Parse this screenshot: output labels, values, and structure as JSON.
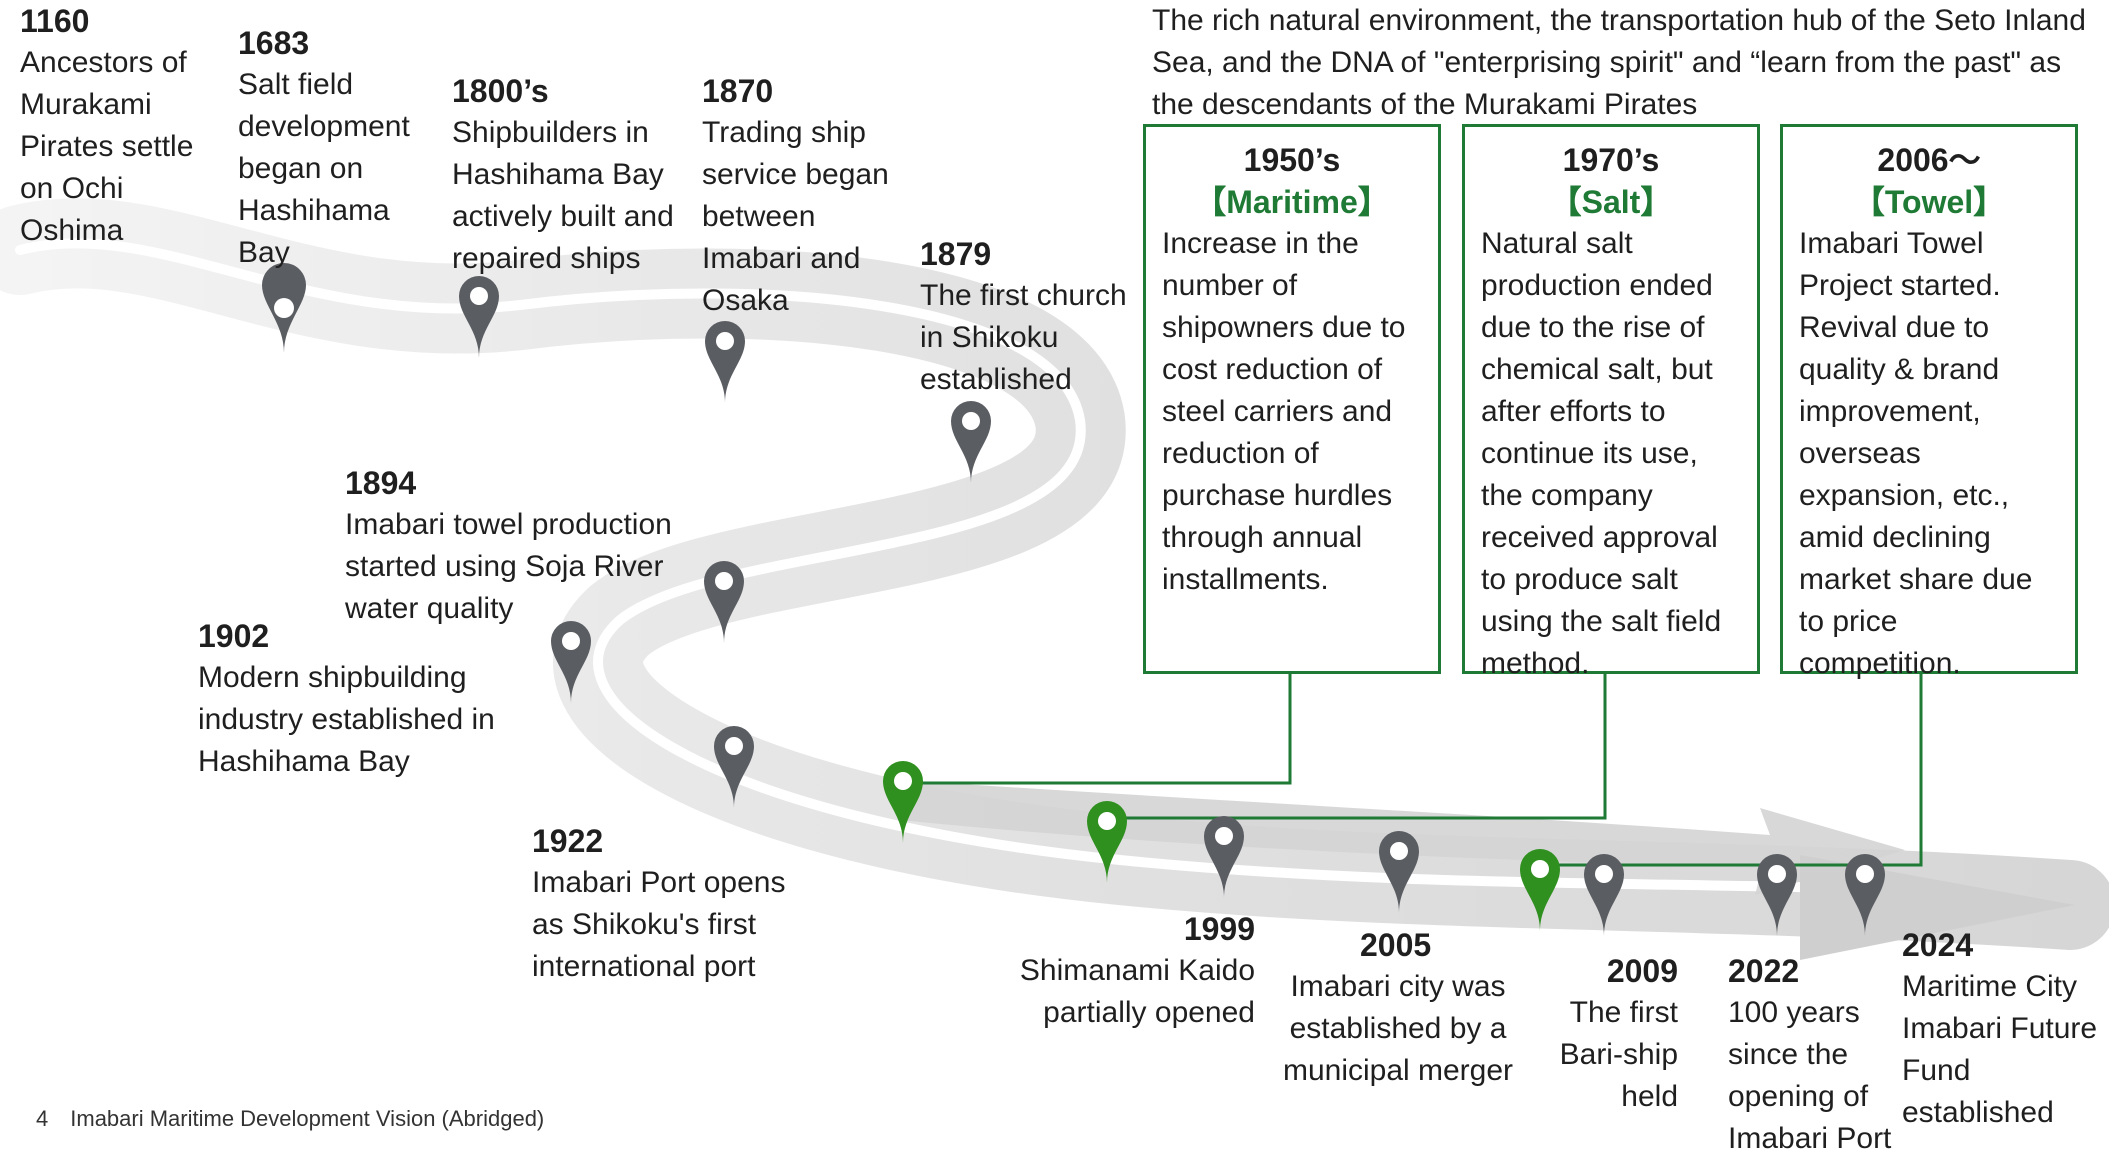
{
  "intro_text": "The rich natural environment, the transportation hub of the Seto Inland Sea, and the DNA of \"enterprising spirit\" and “learn from the past\" as the descendants of the Murakami Pirates",
  "events": [
    {
      "year": "1160",
      "text": "Ancestors of Murakami Pirates settle on Ochi Oshima"
    },
    {
      "year": "1683",
      "text": "Salt field development began on Hashihama Bay"
    },
    {
      "year": "1800’s",
      "text": "Shipbuilders in Hashihama Bay actively built and repaired ships"
    },
    {
      "year": "1870",
      "text": "Trading ship service began between Imabari and Osaka"
    },
    {
      "year": "1879",
      "text": "The first church in Shikoku established"
    },
    {
      "year": "1894",
      "text": "Imabari towel production started using Soja River water quality"
    },
    {
      "year": "1902",
      "text": "Modern shipbuilding industry established in Hashihama Bay"
    },
    {
      "year": "1922",
      "text": "Imabari Port opens as Shikoku's first international port"
    },
    {
      "year": "1999",
      "text": "Shimanami Kaido partially opened"
    },
    {
      "year": "2005",
      "text": "Imabari city was established by a municipal merger"
    },
    {
      "year": "2009",
      "text": "The first Bari-ship held"
    },
    {
      "year": "2022",
      "text": "100 years since the opening of Imabari Port"
    },
    {
      "year": "2024",
      "text": "Maritime City Imabari Future Fund established"
    }
  ],
  "boxes": [
    {
      "period": "1950’s",
      "category": "【Maritime】",
      "text": "Increase in the number of shipowners due to cost reduction of steel carriers and reduction of purchase hurdles through annual installments."
    },
    {
      "period": "1970’s",
      "category": "【Salt】",
      "text": "Natural salt production ended due to the rise of chemical salt, but after efforts to continue its use, the company received approval to produce salt using the salt field method."
    },
    {
      "period": "2006～",
      "category": "【Towel】",
      "text": "Imabari Towel Project started. Revival due to quality & brand improvement, overseas expansion, etc., amid declining market share due to price competition."
    }
  ],
  "footer": {
    "page_number": "4",
    "title": "Imabari Maritime Development Vision (Abridged)"
  },
  "colors": {
    "accent_green": "#1e7a34",
    "pin_gray": "#5a5d62",
    "pin_green": "#2f8f1f",
    "road": "#d9d9d9"
  }
}
